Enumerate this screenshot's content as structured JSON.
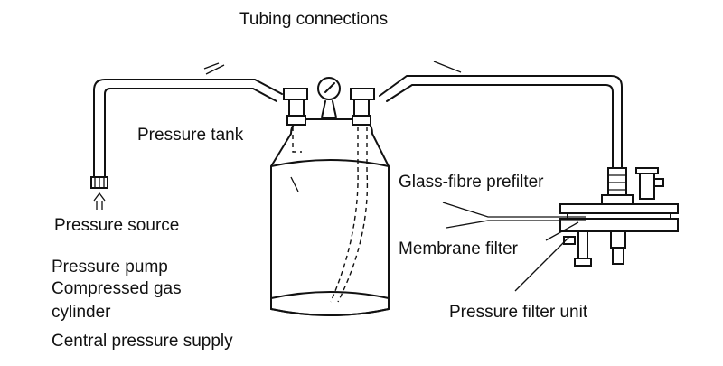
{
  "labels": {
    "tubing": "Tubing connections",
    "tank": "Pressure tank",
    "source": "Pressure source",
    "pump": "Pressure pump",
    "gas_line1": "Compressed gas",
    "gas_line2": "cylinder",
    "central": "Central pressure supply",
    "prefilter": "Glass-fibre prefilter",
    "membrane": "Membrane filter",
    "filter_unit": "Pressure filter unit"
  }
}
